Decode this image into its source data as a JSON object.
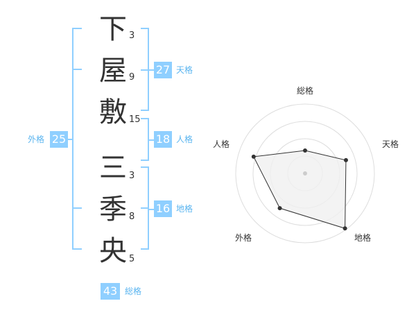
{
  "name": {
    "characters": [
      {
        "char": "下",
        "strokes": "3"
      },
      {
        "char": "屋",
        "strokes": "9"
      },
      {
        "char": "敷",
        "strokes": "15"
      },
      {
        "char": "三",
        "strokes": "3"
      },
      {
        "char": "季",
        "strokes": "8"
      },
      {
        "char": "央",
        "strokes": "5"
      }
    ]
  },
  "scores": {
    "tenkaku": {
      "value": "27",
      "label": "天格"
    },
    "jinkaku": {
      "value": "18",
      "label": "人格"
    },
    "chikaku": {
      "value": "16",
      "label": "地格"
    },
    "gaikaku": {
      "value": "25",
      "label": "外格"
    },
    "soukaku": {
      "value": "43",
      "label": "総格"
    }
  },
  "radar": {
    "axes": [
      "総格",
      "天格",
      "地格",
      "外格",
      "人格"
    ],
    "levels": 4,
    "values": [
      0.33,
      0.62,
      0.98,
      0.62,
      0.78
    ],
    "colors": {
      "ring": "#dddddd",
      "fill": "#f0f0f0",
      "line": "#333333",
      "center": "#cccccc"
    }
  },
  "colors": {
    "accent": "#8fcfff",
    "accent_text": "#5bb5f0",
    "text": "#333333"
  }
}
